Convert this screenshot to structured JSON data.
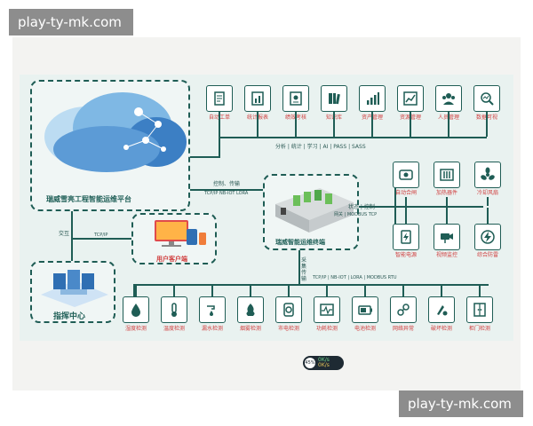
{
  "watermark": "play-ty-mk.com",
  "platform": {
    "title": "瑞威雪亮工程智能运维平台"
  },
  "top_modules": [
    {
      "label": "自动工单",
      "icon": "work-order-icon"
    },
    {
      "label": "统计报表",
      "icon": "report-icon"
    },
    {
      "label": "绩效考核",
      "icon": "performance-icon"
    },
    {
      "label": "知识库",
      "icon": "knowledge-base-icon"
    },
    {
      "label": "资产管理",
      "icon": "asset-icon"
    },
    {
      "label": "资源管理",
      "icon": "resource-icon"
    },
    {
      "label": "人员管理",
      "icon": "personnel-icon"
    },
    {
      "label": "数据可视",
      "icon": "data-visual-icon"
    }
  ],
  "analysis_line": "分析 | 统计 | 学习 | AI | PASS | SASS",
  "control_transfer": "控制、传输",
  "protocols_top": "TCP/IP NB-IOT LORA",
  "interaction": "交互",
  "tcpip": "TCP/IP",
  "client": {
    "title": "用户客户端"
  },
  "command_center": {
    "title": "指挥中心"
  },
  "terminal": {
    "title": "瑞威智能运维终端"
  },
  "status_control": "状态 | 控制",
  "protocols_right": "网关 | MODBUS TCP",
  "right_modules": [
    {
      "label": "自动合闸",
      "icon": "auto-switch-icon"
    },
    {
      "label": "加热器件",
      "icon": "heater-icon"
    },
    {
      "label": "冷却风扇",
      "icon": "fan-icon"
    },
    {
      "label": "智能电源",
      "icon": "smart-power-icon"
    },
    {
      "label": "视频监控",
      "icon": "camera-icon"
    },
    {
      "label": "综合防雷",
      "icon": "lightning-icon"
    }
  ],
  "collect_transfer": "采集传输",
  "protocols_bottom": "TCP/IP | NB-IOT | LORA | MODBUS RTU",
  "bottom_modules": [
    {
      "label": "湿度检测",
      "icon": "humidity-icon"
    },
    {
      "label": "温度检测",
      "icon": "temperature-icon"
    },
    {
      "label": "漏水检测",
      "icon": "water-leak-icon"
    },
    {
      "label": "烟雾检测",
      "icon": "smoke-icon"
    },
    {
      "label": "市电检测",
      "icon": "mains-power-icon"
    },
    {
      "label": "功耗检测",
      "icon": "power-consumption-icon"
    },
    {
      "label": "电池检测",
      "icon": "battery-icon"
    },
    {
      "label": "网络异常",
      "icon": "network-icon"
    },
    {
      "label": "破坏检测",
      "icon": "tamper-icon"
    },
    {
      "label": "柜门检测",
      "icon": "cabinet-door-icon"
    }
  ],
  "badge": {
    "percent": "45%",
    "up": "0K/s",
    "down": "0K/s"
  },
  "colors": {
    "accent": "#1f5d55",
    "label_red": "#d03f3f",
    "cloud": "#2f6fb3"
  }
}
